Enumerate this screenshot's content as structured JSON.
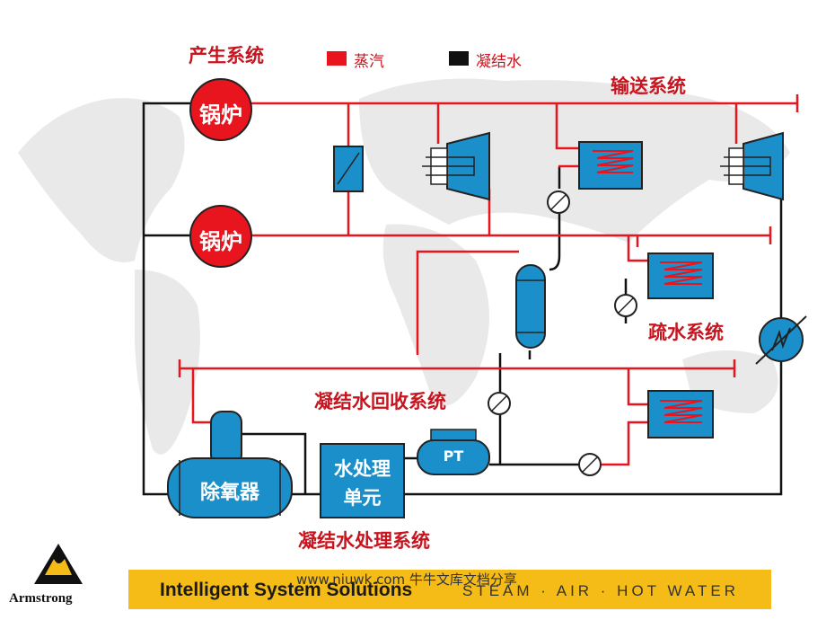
{
  "legend": {
    "steam": {
      "label": "蒸汽",
      "color": "#e8141e"
    },
    "condensate": {
      "label": "凝结水",
      "color": "#111111"
    }
  },
  "labels": {
    "generation": "产生系统",
    "transport": "输送系统",
    "drainage": "疏水系统",
    "recovery": "凝结水回收系统",
    "treatment_system": "凝结水处理系统"
  },
  "equipment": {
    "boiler_1": "锅炉",
    "boiler_2": "锅炉",
    "deaerator": "除氧器",
    "water_treatment_line1": "水处理",
    "water_treatment_line2": "单元",
    "pump_trap": "PT"
  },
  "footer": {
    "title": "Intelligent System Solutions",
    "tagline": "STEAM · AIR · HOT WATER",
    "brand": "Armstrong",
    "watermark": "www.niuwk.com 牛牛文库文档分享"
  },
  "colors": {
    "steam": "#e8141e",
    "condensate": "#111111",
    "equipment_fill": "#1a8fc9",
    "boiler_fill": "#e8141e",
    "footer_bar": "#f5bb16"
  }
}
